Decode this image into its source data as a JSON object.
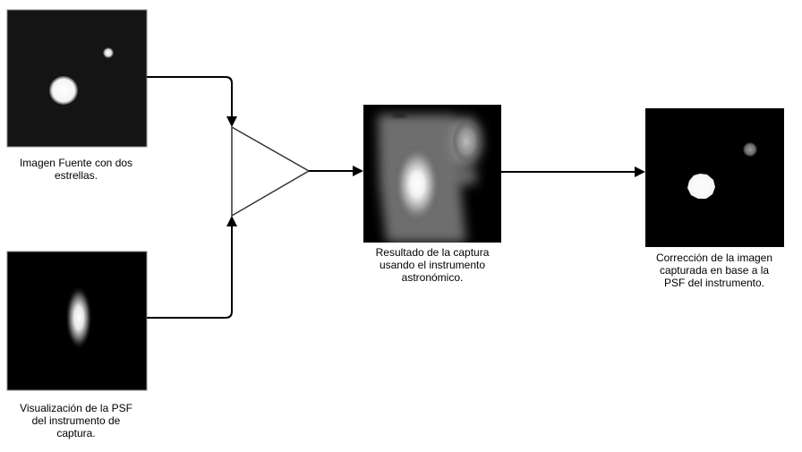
{
  "captions": {
    "source": [
      "Imagen Fuente con dos",
      "estrellas."
    ],
    "psf": [
      "Visualización de la PSF",
      "del instrumento de",
      "captura."
    ],
    "result": [
      "Resultado de la captura",
      "usando el instrumento",
      "astronómico."
    ],
    "correction": [
      "Corrección de la imagen",
      "capturada en base a la",
      "PSF del instrumento."
    ]
  },
  "colors": {
    "background": "#ffffff",
    "image_background": "#111111",
    "frame": "#888888",
    "arrow": "#000000",
    "text": "#000000"
  }
}
